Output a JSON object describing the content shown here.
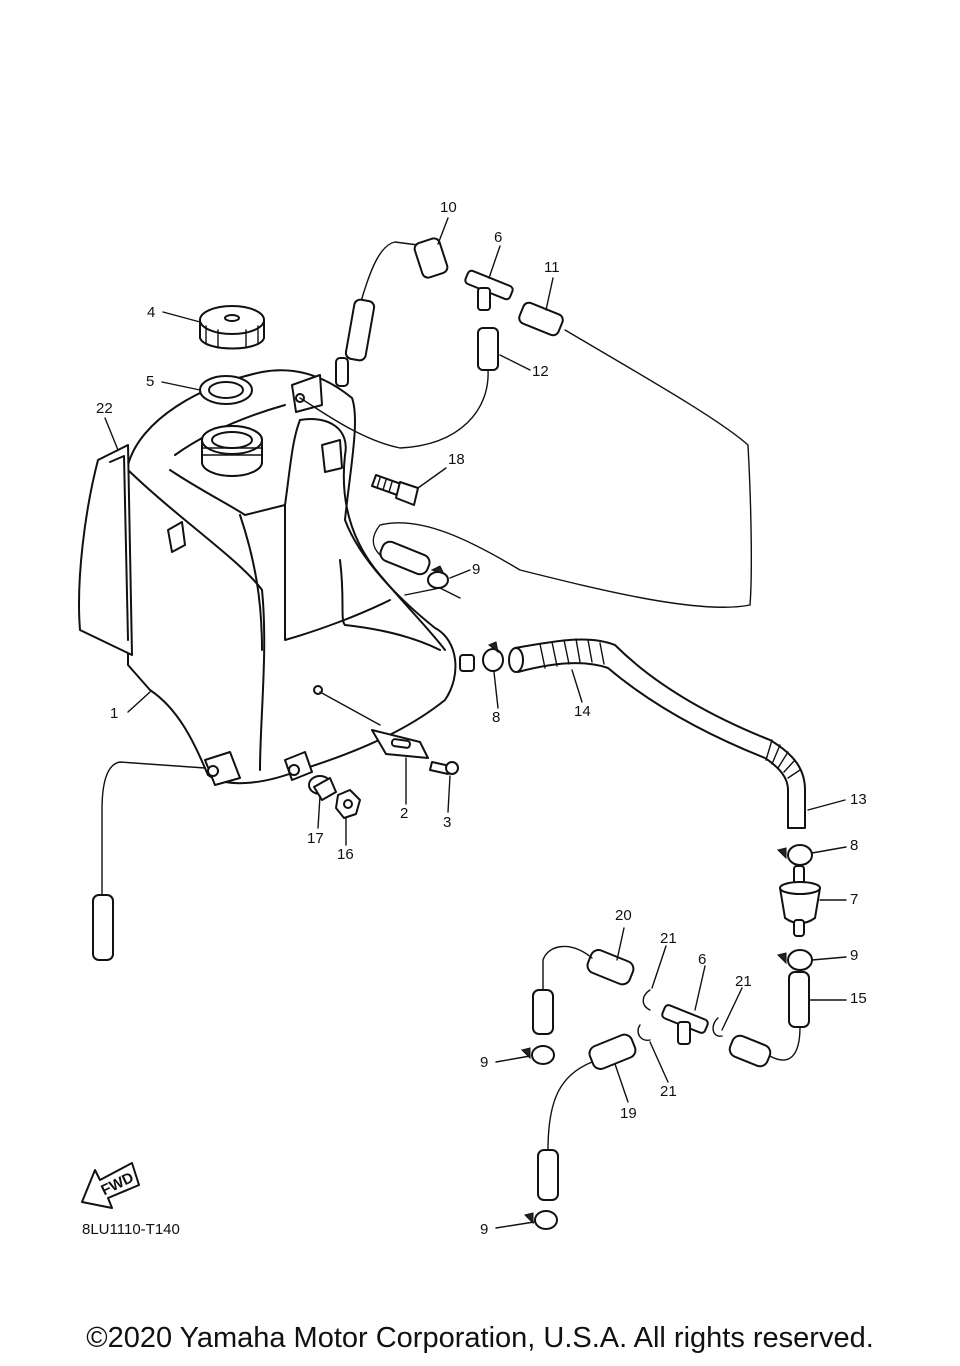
{
  "diagram": {
    "callouts": [
      "10",
      "6",
      "11",
      "4",
      "12",
      "5",
      "22",
      "18",
      "9",
      "8",
      "14",
      "1",
      "13",
      "2",
      "3",
      "17",
      "16",
      "8",
      "7",
      "20",
      "21",
      "6",
      "9",
      "21",
      "15",
      "9",
      "21",
      "19",
      "9"
    ],
    "fwd_label": "FWD",
    "drawing_code": "8LU1110-T140"
  },
  "footer": {
    "copyright": "©2020 Yamaha Motor Corporation, U.S.A. All rights reserved."
  }
}
